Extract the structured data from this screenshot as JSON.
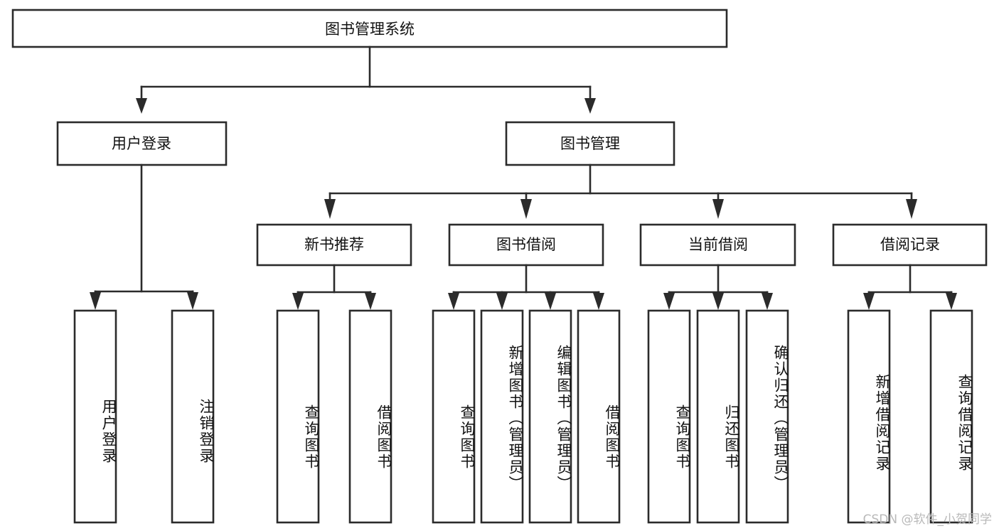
{
  "diagram": {
    "title": "图书管理系统",
    "type": "tree-hierarchy",
    "watermark": "CSDN @软件_小贺同学",
    "colors": {
      "stroke": "#2b2b2b",
      "box_fill": "#ffffff",
      "text": "#111111",
      "watermark": "#b9b9b9",
      "background": "#ffffff"
    },
    "levels": {
      "root": {
        "label": "图书管理系统"
      },
      "level2": [
        {
          "id": "user-login",
          "label": "用户登录"
        },
        {
          "id": "book-management",
          "label": "图书管理"
        }
      ],
      "level3": [
        {
          "id": "new-book-recommend",
          "label": "新书推荐",
          "parent": "book-management"
        },
        {
          "id": "book-borrow",
          "label": "图书借阅",
          "parent": "book-management"
        },
        {
          "id": "current-borrow",
          "label": "当前借阅",
          "parent": "book-management"
        },
        {
          "id": "borrow-record",
          "label": "借阅记录",
          "parent": "book-management"
        }
      ],
      "leaves": [
        {
          "id": "leaf-user-login",
          "label": "用户登录",
          "parent": "user-login"
        },
        {
          "id": "leaf-logout",
          "label": "注销登录",
          "parent": "user-login"
        },
        {
          "id": "leaf-query-book-1",
          "label": "查询图书",
          "parent": "new-book-recommend"
        },
        {
          "id": "leaf-borrow-book-1",
          "label": "借阅图书",
          "parent": "new-book-recommend"
        },
        {
          "id": "leaf-query-book-2",
          "label": "查询图书",
          "parent": "book-borrow"
        },
        {
          "id": "leaf-add-book",
          "label": "新增图书（管理员）",
          "parent": "book-borrow"
        },
        {
          "id": "leaf-edit-book",
          "label": "编辑图书（管理员）",
          "parent": "book-borrow"
        },
        {
          "id": "leaf-borrow-book-2",
          "label": "借阅图书",
          "parent": "book-borrow"
        },
        {
          "id": "leaf-query-book-3",
          "label": "查询图书",
          "parent": "current-borrow"
        },
        {
          "id": "leaf-return-book",
          "label": "归还图书",
          "parent": "current-borrow"
        },
        {
          "id": "leaf-confirm-return",
          "label": "确认归还（管理员）",
          "parent": "current-borrow"
        },
        {
          "id": "leaf-add-record",
          "label": "新增借阅记录",
          "parent": "borrow-record"
        },
        {
          "id": "leaf-query-record",
          "label": "查询借阅记录",
          "parent": "borrow-record"
        }
      ]
    }
  }
}
